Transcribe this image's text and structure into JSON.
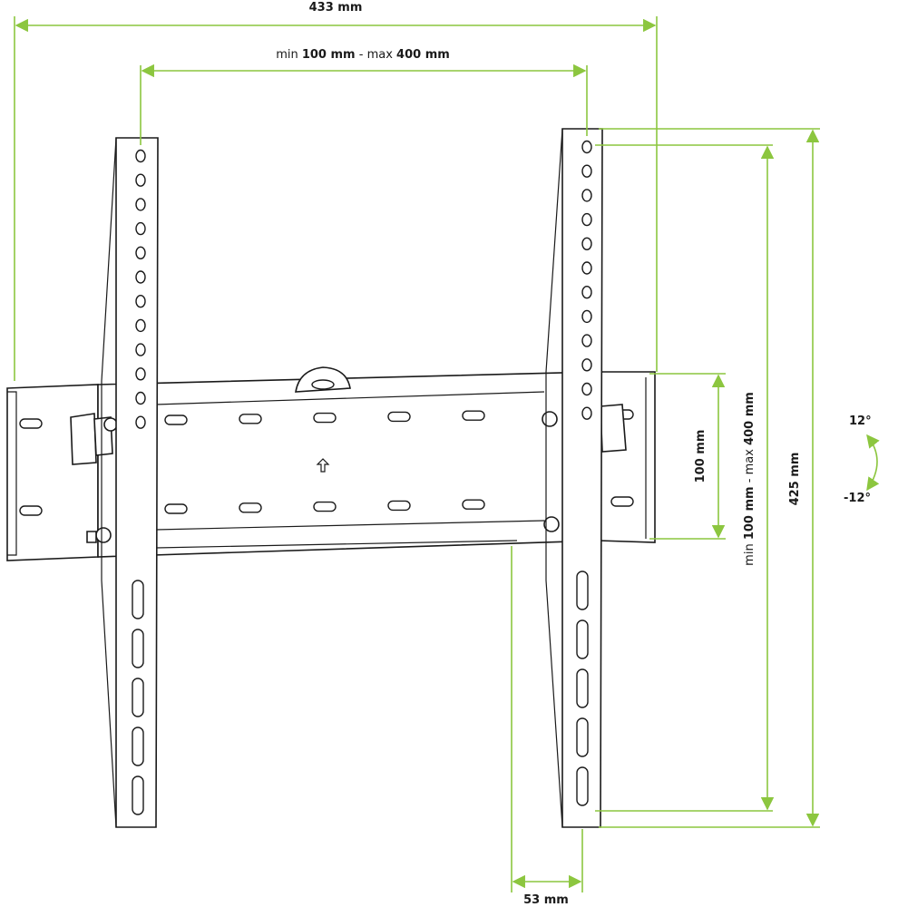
{
  "dimensions": {
    "overall_width": {
      "value": "433 mm"
    },
    "hole_span_horizontal": {
      "min_prefix": "min",
      "min_value": "100 mm",
      "separator": "- max",
      "max_value": "400 mm"
    },
    "hole_span_vertical": {
      "min_prefix": "min",
      "min_value": "100 mm",
      "separator": "- max",
      "max_value": "400 mm"
    },
    "rail_height": {
      "value": "100 mm"
    },
    "overall_height": {
      "value": "425 mm"
    },
    "wall_depth": {
      "value": "53 mm"
    },
    "tilt": {
      "up": "12°",
      "down": "-12°"
    }
  },
  "colors": {
    "dimension": "#8cc63f",
    "outline": "#1a1a1a",
    "background": "#ffffff"
  },
  "icons": {
    "direction_marker": "up-arrow-icon"
  }
}
